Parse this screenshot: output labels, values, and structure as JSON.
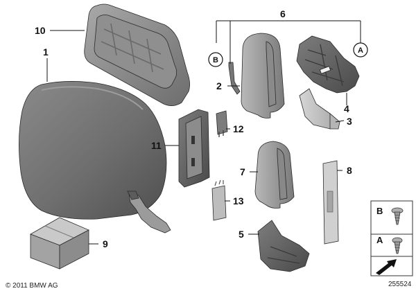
{
  "callouts": {
    "c1": "1",
    "c2": "2",
    "c3": "3",
    "c4": "4",
    "c5": "5",
    "c6": "6",
    "c7": "7",
    "c8": "8",
    "c9": "9",
    "c10": "10",
    "c11": "11",
    "c12": "12",
    "c13": "13"
  },
  "circled": {
    "b": "B",
    "a": "A"
  },
  "legend": {
    "b": "B",
    "a": "A"
  },
  "footer": {
    "copyright": "© 2011 BMW AG",
    "diagram_number": "255524"
  },
  "colors": {
    "part_dark": "#6f6f6f",
    "part_mid": "#9a9a9a",
    "part_light": "#c8c8c8",
    "background": "#ffffff"
  },
  "icons": {
    "headrest": "headrest-cushion-shape",
    "frame": "headrest-frame-shape",
    "screw": "screw-icon",
    "arrow": "page-arrow-icon"
  }
}
